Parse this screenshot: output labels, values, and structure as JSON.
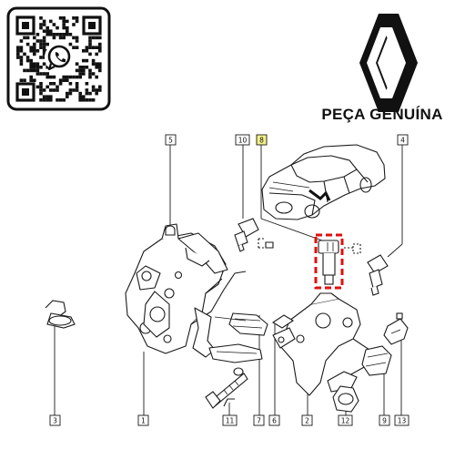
{
  "caption": "PEÇA GENUÍNA",
  "callouts": [
    {
      "id": "c5",
      "label": "5",
      "highlight": false
    },
    {
      "id": "c10",
      "label": "10",
      "highlight": false
    },
    {
      "id": "c8",
      "label": "8",
      "highlight": true
    },
    {
      "id": "c4",
      "label": "4",
      "highlight": false
    },
    {
      "id": "c3",
      "label": "3",
      "highlight": false
    },
    {
      "id": "c1",
      "label": "1",
      "highlight": false
    },
    {
      "id": "c11",
      "label": "11",
      "highlight": false
    },
    {
      "id": "c7",
      "label": "7",
      "highlight": false
    },
    {
      "id": "c6",
      "label": "6",
      "highlight": false
    },
    {
      "id": "c2",
      "label": "2",
      "highlight": false
    },
    {
      "id": "c12",
      "label": "12",
      "highlight": false
    },
    {
      "id": "c9",
      "label": "9",
      "highlight": false
    },
    {
      "id": "c13",
      "label": "13",
      "highlight": false
    }
  ],
  "colors": {
    "line": "#1a1a1a",
    "highlight_box": "#e01010",
    "highlight_label_bg": "#f3f08a",
    "qr_frame": "#111111"
  },
  "icons": {
    "qr": "qr-code-icon",
    "whatsapp": "whatsapp-icon",
    "logo": "renault-logo-icon"
  }
}
